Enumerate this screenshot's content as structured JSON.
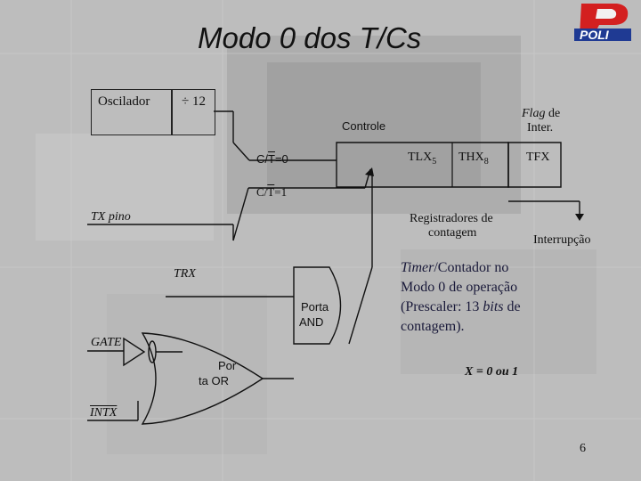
{
  "slide": {
    "title": "Modo 0 dos T/Cs",
    "page_number": "6",
    "logo_text": "POLI"
  },
  "diagram": {
    "oscillator": "Oscilador",
    "divider": "÷ 12",
    "control": "Controle",
    "flag_italic": "Flag",
    "flag_rest": " de",
    "flag_line2": "Inter.",
    "ct0_prefix": "C/",
    "ct0_bar": "T",
    "ct0_suffix": "=0",
    "ct1_prefix": "C/",
    "ct1_bar": "T",
    "ct1_suffix": "=1",
    "tlx_main": "TLX",
    "tlx_sub": "5",
    "thx_main": "THX",
    "thx_sub": "8",
    "tfx": "TFX",
    "tx_pin": "TX pino",
    "registers_line1": "Registradores de",
    "registers_line2": "contagem",
    "interrupt": "Interrupção",
    "trx": "TRX",
    "and_line1": "Porta",
    "and_line2": "AND",
    "gate": "GATE",
    "or_line1": "Por",
    "or_line2": "ta OR",
    "intx": "INTX",
    "desc_timer_italic": "Timer",
    "desc_line1_rest": "/Contador no",
    "desc_line2": "Modo 0 de operação",
    "desc_line3_pre": "(Prescaler: 13 ",
    "desc_line3_italic": "bits",
    "desc_line3_post": " de",
    "desc_line4": "contagem).",
    "x_note": "X = 0 ou 1"
  },
  "colors": {
    "background": "#bdbdbd",
    "ink": "#111111",
    "logo_red": "#d32020",
    "logo_blue": "#1f3a93"
  }
}
